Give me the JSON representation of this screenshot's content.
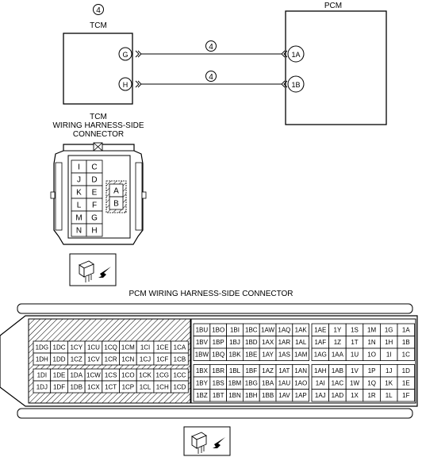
{
  "top": {
    "tcm_note": "4",
    "tcm_label": "TCM",
    "pcm_label": "PCM",
    "wire_note_g": "4",
    "wire_note_h": "4",
    "tcm_pin_g": "G",
    "tcm_pin_h": "H",
    "pcm_pin_1a": "1A",
    "pcm_pin_1b": "1B"
  },
  "tcm_connector": {
    "title_lines": [
      "TCM",
      "WIRING HARNESS-SIDE",
      "CONNECTOR"
    ],
    "left_column": [
      "I",
      "J",
      "K",
      "L",
      "M",
      "N"
    ],
    "right_column": [
      "C",
      "D",
      "E",
      "F",
      "G",
      "H"
    ],
    "inner_pins": [
      "A",
      "B"
    ]
  },
  "pcm_connector": {
    "title": "PCM WIRING HARNESS-SIDE CONNECTOR",
    "left_block": [
      [
        "1DG",
        "1DC",
        "1CY",
        "1CU",
        "1CQ",
        "1CM",
        "1CI",
        "1CE",
        "1CA"
      ],
      [
        "1DH",
        "1DD",
        "1CZ",
        "1CV",
        "1CR",
        "1CN",
        "1CJ",
        "1CF",
        "1CB"
      ],
      [
        "1DI",
        "1DE",
        "1DA",
        "1CW",
        "1CS",
        "1CO",
        "1CK",
        "1CG",
        "1CC"
      ],
      [
        "1DJ",
        "1DF",
        "1DB",
        "1CX",
        "1CT",
        "1CP",
        "1CL",
        "1CH",
        "1CD"
      ]
    ],
    "middle_block": [
      [
        "1BU",
        "1BO",
        "1BI",
        "1BC",
        "1AW",
        "1AQ",
        "1AK"
      ],
      [
        "1BV",
        "1BP",
        "1BJ",
        "1BD",
        "1AX",
        "1AR",
        "1AL"
      ],
      [
        "1BW",
        "1BQ",
        "1BK",
        "1BE",
        "1AY",
        "1AS",
        "1AM"
      ],
      [
        "1BX",
        "1BR",
        "1BL",
        "1BF",
        "1AZ",
        "1AT",
        "1AN"
      ],
      [
        "1BY",
        "1BS",
        "1BM",
        "1BG",
        "1BA",
        "1AU",
        "1AO"
      ],
      [
        "1BZ",
        "1BT",
        "1BN",
        "1BH",
        "1BB",
        "1AV",
        "1AP"
      ]
    ],
    "right_block": [
      [
        "1AE",
        "1Y",
        "1S",
        "1M",
        "1G",
        "1A"
      ],
      [
        "1AF",
        "1Z",
        "1T",
        "1N",
        "1H",
        "1B"
      ],
      [
        "1AG",
        "1AA",
        "1U",
        "1O",
        "1I",
        "1C"
      ],
      [
        "1AH",
        "1AB",
        "1V",
        "1P",
        "1J",
        "1D"
      ],
      [
        "1AI",
        "1AC",
        "1W",
        "1Q",
        "1K",
        "1E"
      ],
      [
        "1AJ",
        "1AD",
        "1X",
        "1R",
        "1L",
        "1F"
      ]
    ]
  }
}
